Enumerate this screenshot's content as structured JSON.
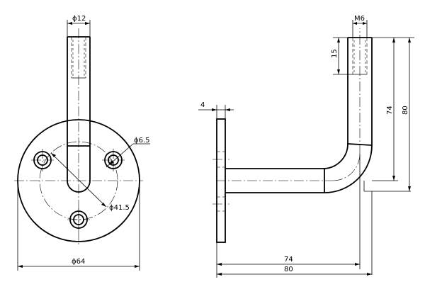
{
  "dimensions": {
    "rod_diameter": "ϕ12",
    "thread": "M6",
    "thread_depth": "15",
    "plate_thickness": "4",
    "hole_diameter": "ϕ6.5",
    "bolt_circle": "ϕ41.5",
    "plate_diameter": "ϕ64",
    "arm_height": "74",
    "total_height": "80",
    "arm_length": "74",
    "total_length": "80"
  }
}
